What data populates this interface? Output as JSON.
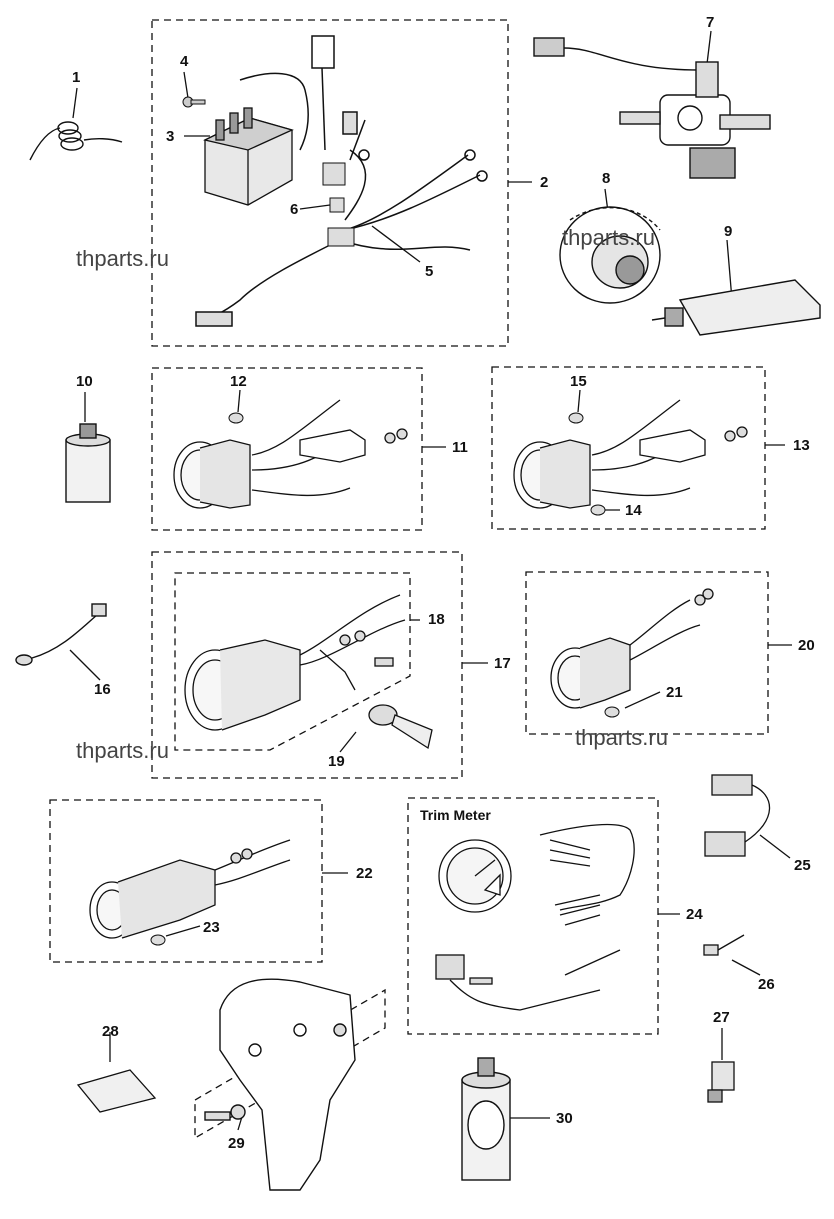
{
  "watermark": "thparts.ru",
  "section_title": "Trim Meter",
  "callouts": [
    "1",
    "2",
    "3",
    "4",
    "5",
    "6",
    "7",
    "8",
    "9",
    "10",
    "11",
    "12",
    "13",
    "14",
    "15",
    "16",
    "17",
    "18",
    "19",
    "20",
    "21",
    "22",
    "23",
    "24",
    "25",
    "26",
    "27",
    "28",
    "29",
    "30"
  ]
}
